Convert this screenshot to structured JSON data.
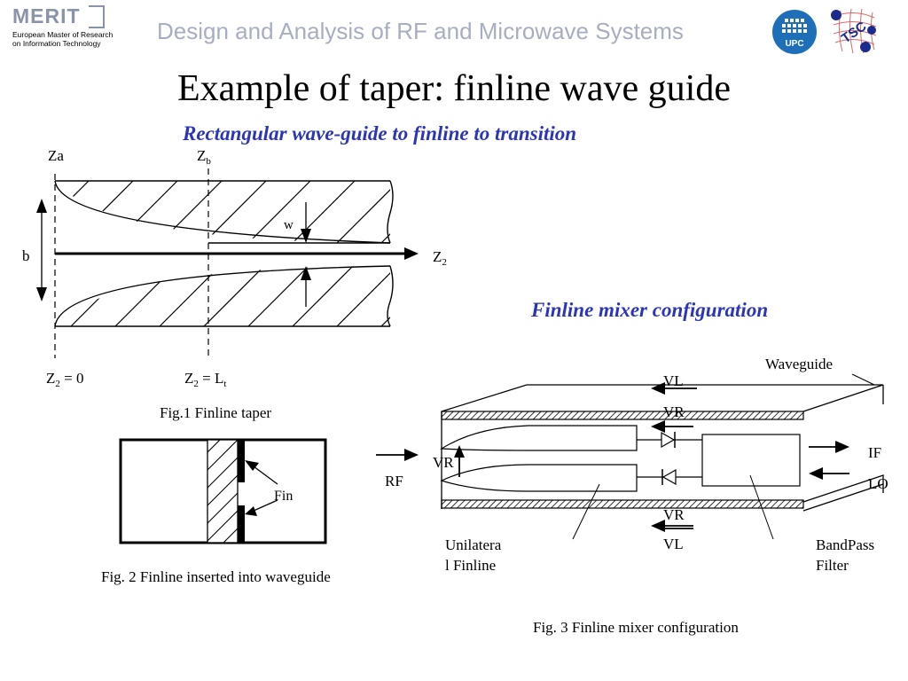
{
  "header": {
    "logo_text": "MERIT",
    "logo_subtitle_line1": "European Master of Research",
    "logo_subtitle_line2": "on Information Technology",
    "course_title": "Design and Analysis of RF and Microwave Systems",
    "upc_logo_text": "UPC",
    "tsc_logo_text": "TSC"
  },
  "slide": {
    "title": "Example of taper: finline wave guide",
    "subtitle_taper": "Rectangular wave-guide to finline to transition",
    "subtitle_mixer": "Finline mixer configuration"
  },
  "fig1": {
    "label_za": "Za",
    "label_zb_main": "Z",
    "label_zb_sub": "b",
    "label_w": "w",
    "label_b": "b",
    "label_z2_main": "Z",
    "label_z2_sub": "2",
    "label_start_main": "Z",
    "label_start_sub": "2",
    "label_start_rest": " = 0",
    "label_end_main": "Z",
    "label_end_sub": "2",
    "label_end_rest": " = L",
    "label_end_sub2": "t",
    "caption": "Fig.1 Finline taper"
  },
  "fig2": {
    "label_fin": "Fin",
    "caption": "Fig. 2 Finline inserted into waveguide"
  },
  "fig3": {
    "label_waveguide": "Waveguide",
    "label_vl_top": "VL",
    "label_vr_top": "VR",
    "label_vr_left": "VR",
    "label_rf": "RF",
    "label_if": "IF",
    "label_lo": "LO",
    "label_vr_bottom": "VR",
    "label_vl_bottom": "VL",
    "label_unilateral_1": "Unilatera",
    "label_unilateral_2": "l Finline",
    "label_bandpass_1": "BandPass",
    "label_bandpass_2": "Filter",
    "caption": "Fig. 3 Finline mixer configuration"
  }
}
